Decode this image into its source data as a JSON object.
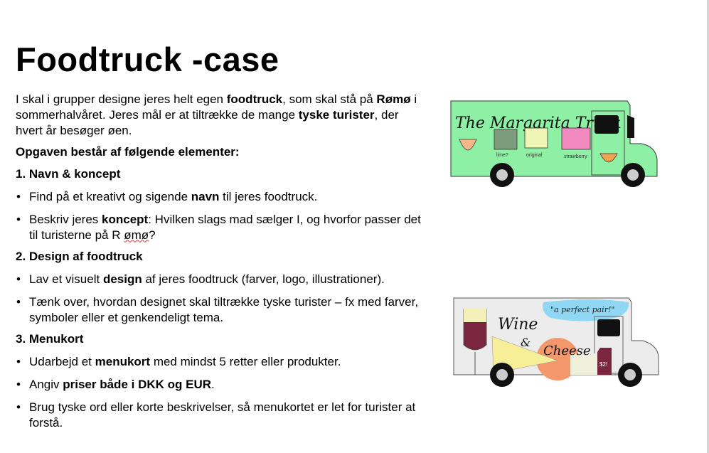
{
  "title": "Foodtruck -case",
  "intro": {
    "t1": "I skal i grupper designe jeres helt egen ",
    "b1": "foodtruck",
    "t2": ", som skal stå på ",
    "b2": "Rømø",
    "t3": " i sommerhalvåret. Jeres mål er at tiltrække de mange ",
    "b3": "tyske turister",
    "t4": ", der hvert år besøger øen."
  },
  "task_heading": "Opgaven består af følgende elementer:",
  "sections": [
    {
      "heading": "1. Navn & koncept",
      "b1": {
        "t1": "Find på et kreativt og sigende ",
        "b": "navn",
        "t2": " til jeres foodtruck."
      },
      "b2": {
        "t1": "Beskriv jeres ",
        "b": "koncept",
        "t2": ": Hvilken slags mad sælger I, og hvorfor passer det til turisterne på R ",
        "sq": "ømø",
        "t3": "?"
      }
    },
    {
      "heading": "2. Design af foodtruck",
      "b1": {
        "t1": "Lav et visuelt ",
        "b": "design",
        "t2": " af jeres foodtruck (farver, logo, illustrationer)."
      },
      "b2": {
        "t1": "Tænk over, hvordan designet skal tiltrække tyske turister – fx med farver, symboler eller et genkendeligt tema."
      }
    },
    {
      "heading": "3. Menukort",
      "b1": {
        "t1": "Udarbejd et ",
        "b": "menukort",
        "t2": " med mindst 5 retter eller produkter."
      },
      "b2": {
        "t1": "Angiv ",
        "b": "priser både i DKK og EUR",
        "t2": "."
      },
      "b3": {
        "t1": "Brug tyske ord eller korte beskrivelser, så menukortet er let for turister at forstå."
      }
    }
  ],
  "images": {
    "truck1": {
      "name": "The Margarita Truck",
      "labels": [
        "lime?",
        "original",
        "strawberry"
      ]
    },
    "truck2": {
      "name1": "Wine",
      "amp": "&",
      "name2": "Cheese",
      "slogan": "\"a perfect pair!\"",
      "bottle": "$2!"
    }
  },
  "colors": {
    "truck1": "#8ef0a4",
    "truck2": "#ececec"
  }
}
